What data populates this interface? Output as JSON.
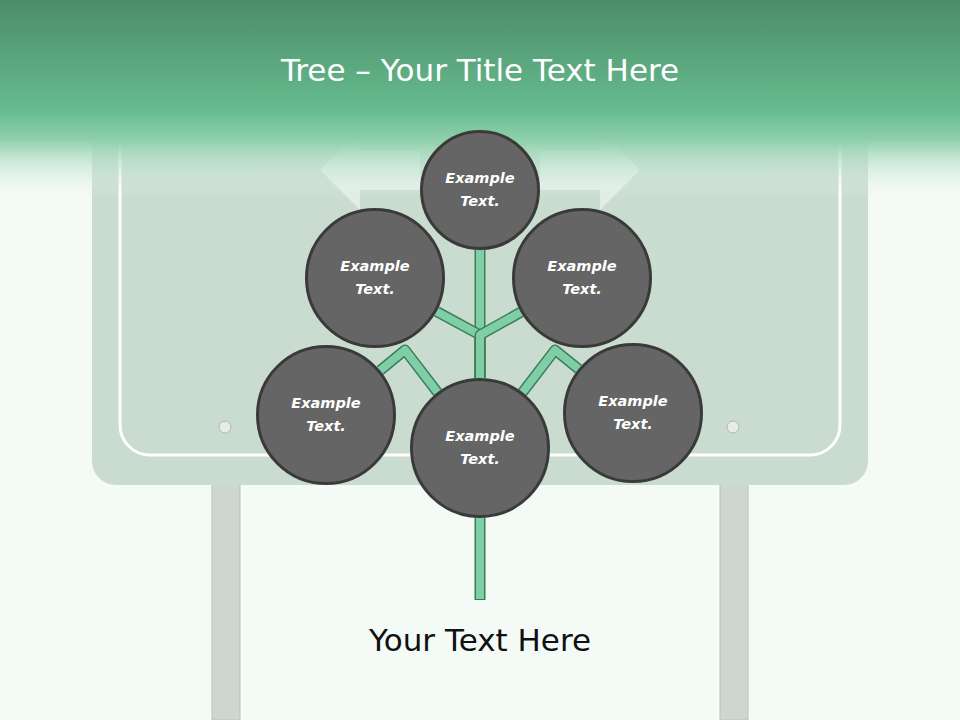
{
  "diagram": {
    "title": "Tree – Your Title Text Here",
    "caption": "Your Text Here",
    "nodes": [
      {
        "text": [
          "Example Text."
        ]
      },
      {
        "text": [
          "Example Text."
        ]
      },
      {
        "text": [
          "Example Text."
        ]
      },
      {
        "text": [
          "Example Text."
        ]
      },
      {
        "text": [
          "Example Text."
        ]
      },
      {
        "text": [
          "Example Text."
        ]
      }
    ],
    "edges": [
      {
        "from": 5,
        "to": 0,
        "arrow": "none"
      },
      {
        "from": 5,
        "to": 1,
        "arrow": "none"
      },
      {
        "from": 5,
        "to": 2,
        "arrow": "none"
      },
      {
        "from": 5,
        "to": 3,
        "arrow": "none"
      },
      {
        "from": 5,
        "to": 4,
        "arrow": "none"
      }
    ]
  }
}
